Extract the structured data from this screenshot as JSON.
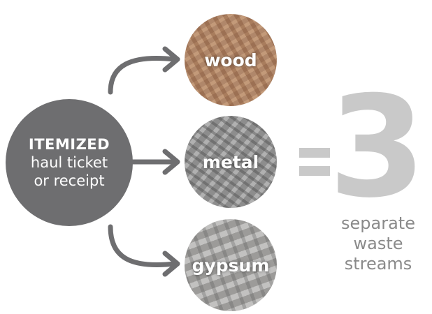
{
  "source": {
    "line1": "ITEMIZED",
    "line2": "haul ticket",
    "line3": "or receipt"
  },
  "streams": [
    {
      "label": "wood"
    },
    {
      "label": "metal"
    },
    {
      "label": "gypsum"
    }
  ],
  "result": {
    "equals": "=",
    "count": "3",
    "caption": [
      "separate",
      "waste",
      "streams"
    ]
  },
  "colors": {
    "source_circle": "#6e6e70",
    "result_gray": "#c9c9c9",
    "caption_gray": "#8a8a8a",
    "arrow": "#6e6e70"
  }
}
